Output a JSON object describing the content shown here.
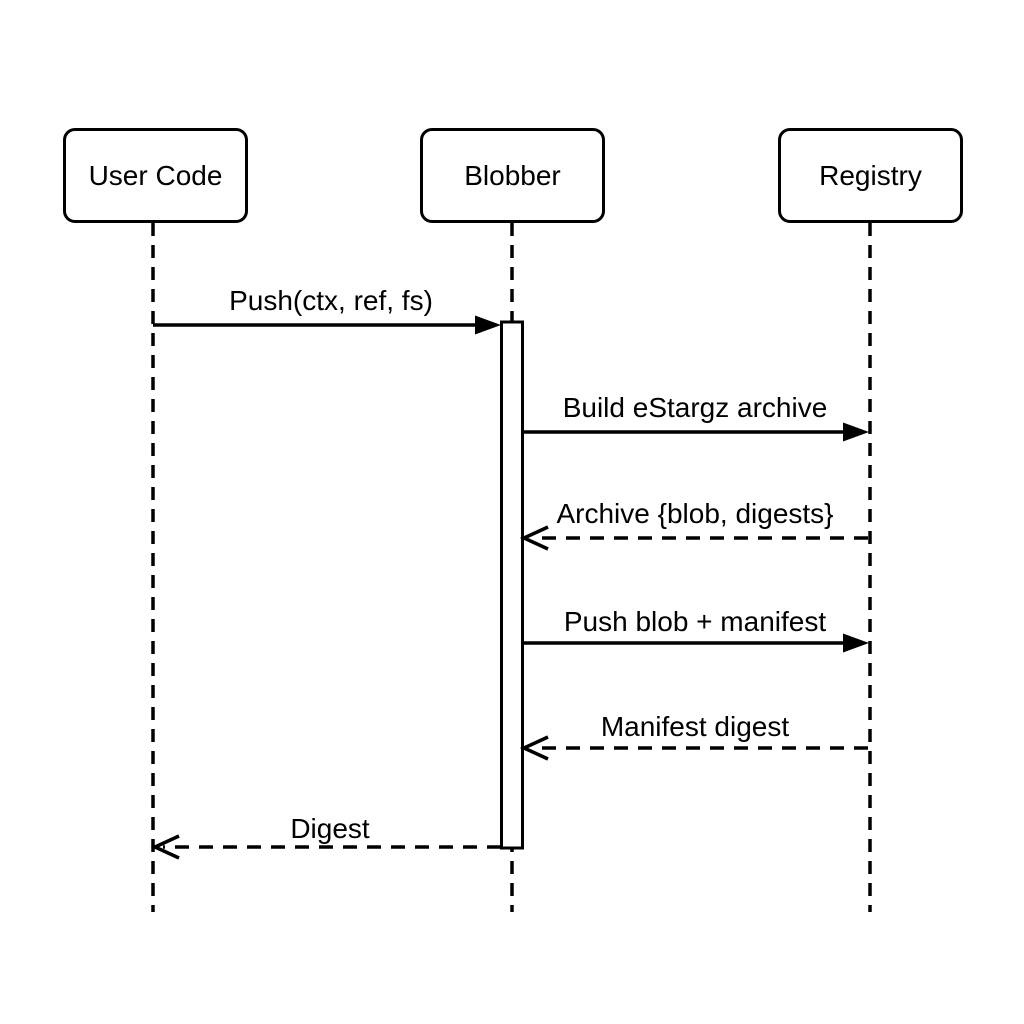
{
  "diagram": {
    "type": "sequence",
    "actors": [
      {
        "id": "user-code",
        "label": "User Code"
      },
      {
        "id": "blobber",
        "label": "Blobber"
      },
      {
        "id": "registry",
        "label": "Registry"
      }
    ],
    "messages": [
      {
        "label": "Push(ctx, ref, fs)",
        "from": "User Code",
        "to": "Blobber",
        "line": "solid",
        "arrowhead": "filled"
      },
      {
        "label": "Build eStargz archive",
        "from": "Blobber",
        "to": "Registry",
        "line": "solid",
        "arrowhead": "filled"
      },
      {
        "label": "Archive {blob, digests}",
        "from": "Registry",
        "to": "Blobber",
        "line": "dashed",
        "arrowhead": "open"
      },
      {
        "label": "Push blob + manifest",
        "from": "Blobber",
        "to": "Registry",
        "line": "solid",
        "arrowhead": "filled"
      },
      {
        "label": "Manifest digest",
        "from": "Registry",
        "to": "Blobber",
        "line": "dashed",
        "arrowhead": "open"
      },
      {
        "label": "Digest",
        "from": "Blobber",
        "to": "User Code",
        "line": "dashed",
        "arrowhead": "open"
      }
    ],
    "activation": {
      "actor": "Blobber"
    },
    "colors": {
      "stroke": "#000000",
      "background": "#ffffff",
      "box_fill": "#ffffff"
    }
  }
}
